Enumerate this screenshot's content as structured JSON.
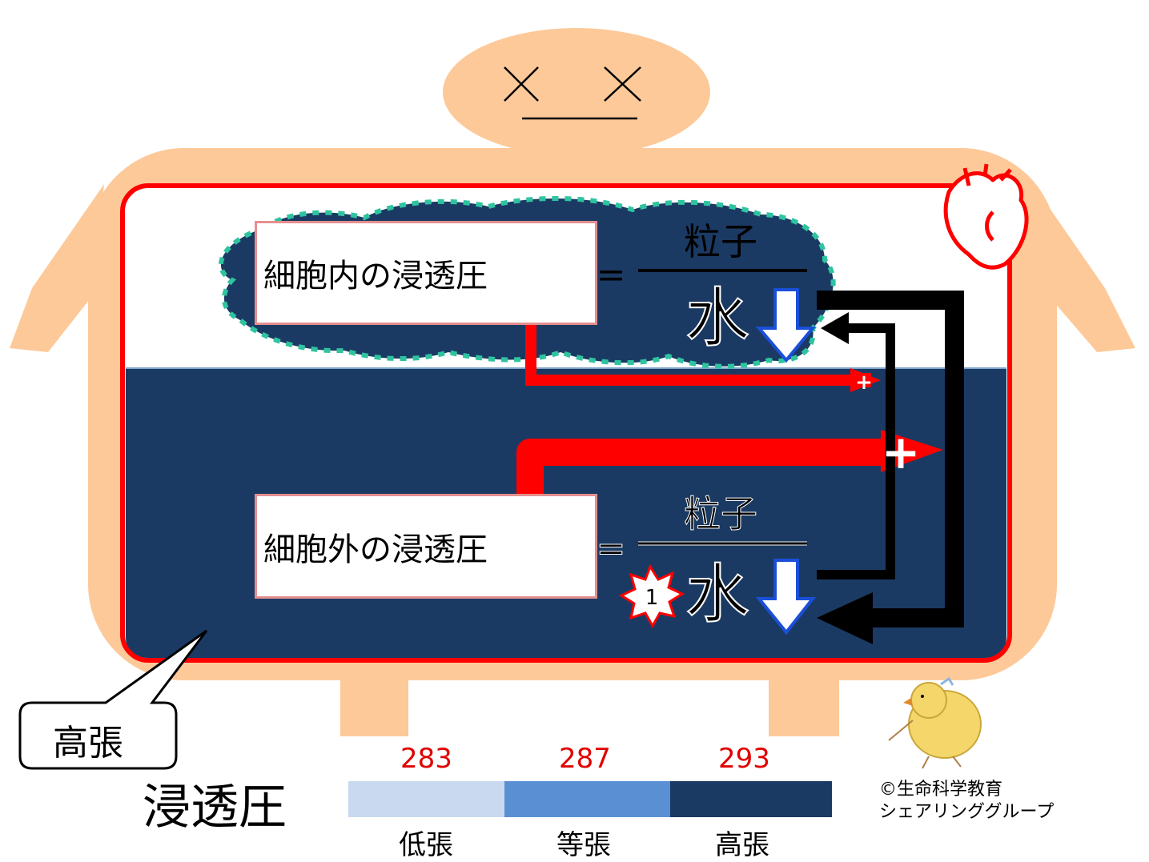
{
  "labels": {
    "intracellular": "細胞内の浸透圧",
    "extracellular": "細胞外の浸透圧",
    "particles": "粒子",
    "water": "水",
    "equals": "=",
    "badge_number": "1",
    "plus": "+",
    "callout": "高張",
    "osmotic_pressure": "浸透圧"
  },
  "scale": {
    "values": [
      "283",
      "287",
      "293"
    ],
    "categories": [
      "低張",
      "等張",
      "高張"
    ],
    "colors": [
      "#c9d9f0",
      "#5b8fd3",
      "#1b3a63"
    ]
  },
  "credit": {
    "line1": "©生命科学教育",
    "line2": "シェアリンググループ"
  },
  "colors": {
    "skin": "#fdc999",
    "fluid": "#1b3a63",
    "vessel": "#ff0000",
    "arrow_black": "#000000",
    "arrow_blue": "#1a4fd8",
    "cell_border": "#2ec4a0"
  },
  "icons": [
    "heart-icon",
    "chick-illustration",
    "starburst-badge-icon"
  ]
}
